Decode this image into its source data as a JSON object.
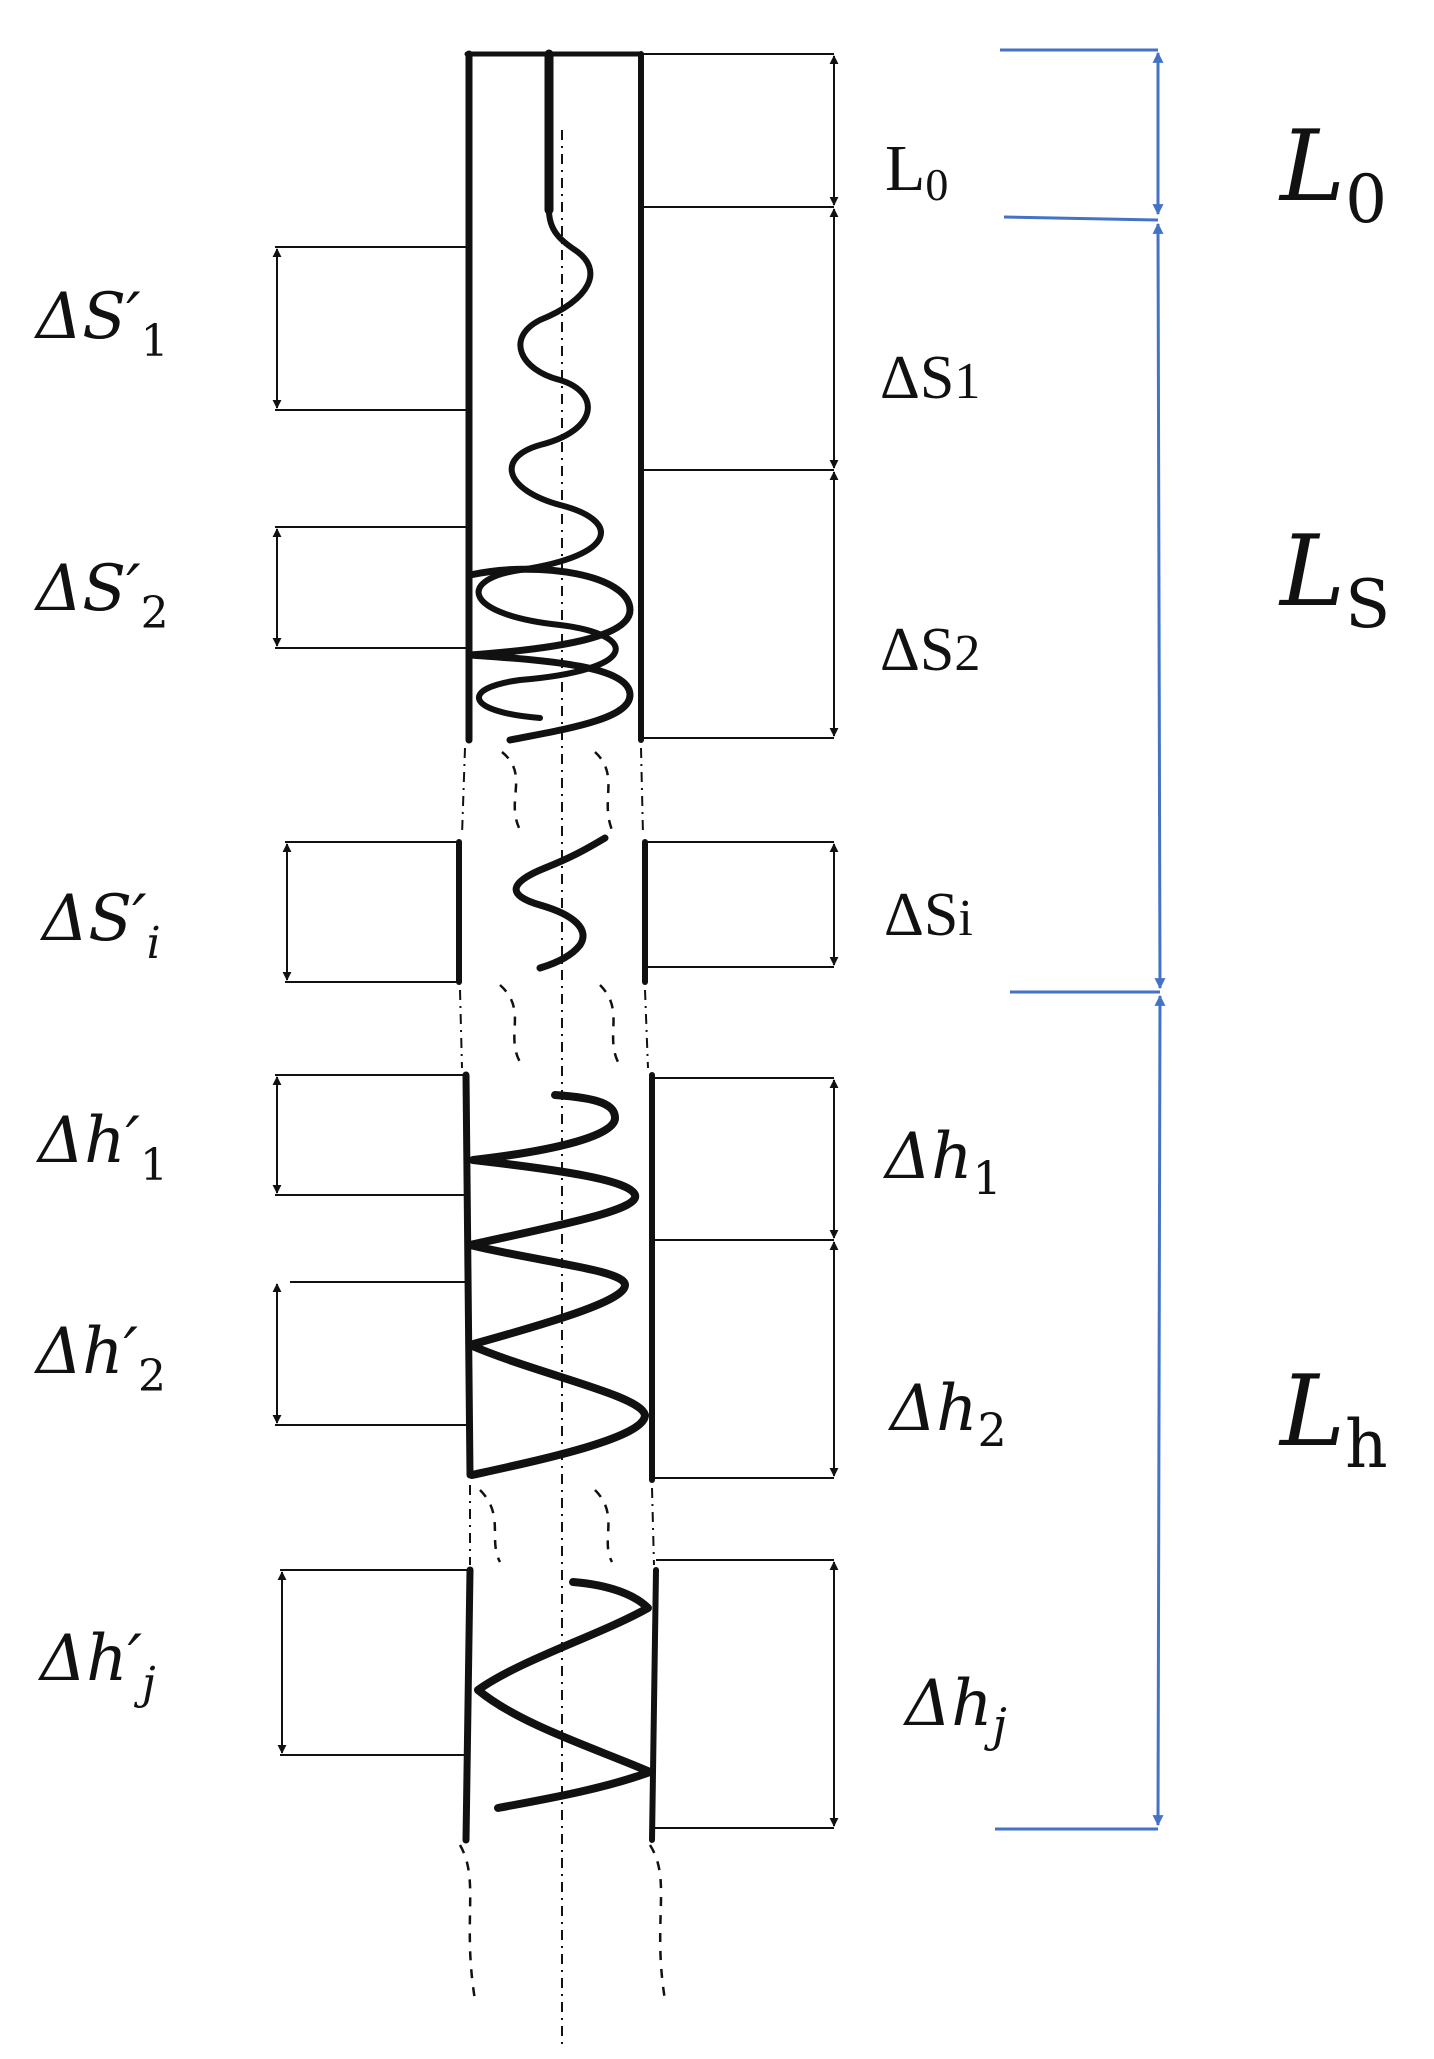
{
  "colors": {
    "ink": "#111111",
    "bracket_blue": "#4472c4",
    "background": "#ffffff"
  },
  "labels_left": [
    {
      "key": "dS1p",
      "base": "ΔS′",
      "sub": "1"
    },
    {
      "key": "dS2p",
      "base": "ΔS′",
      "sub": "2"
    },
    {
      "key": "dSip",
      "base": "ΔS′",
      "sub": "i"
    },
    {
      "key": "dh1p",
      "base": "Δh′",
      "sub": "1"
    },
    {
      "key": "dh2p",
      "base": "Δh′",
      "sub": "2"
    },
    {
      "key": "dhjp",
      "base": "Δh′",
      "sub": "j"
    }
  ],
  "labels_right": [
    {
      "key": "L0",
      "base": "L",
      "sub": "0"
    },
    {
      "key": "dS1",
      "base": "ΔS",
      "sub": "1"
    },
    {
      "key": "dS2",
      "base": "ΔS",
      "sub": "2"
    },
    {
      "key": "dSi",
      "base": "ΔS",
      "sub": "i"
    },
    {
      "key": "dh1",
      "base": "Δh",
      "sub": "1"
    },
    {
      "key": "dh2",
      "base": "Δh",
      "sub": "2"
    },
    {
      "key": "dhj",
      "base": "Δh",
      "sub": "j"
    }
  ],
  "labels_total": [
    {
      "key": "L0",
      "base": "L",
      "sub": "0"
    },
    {
      "key": "LS",
      "base": "L",
      "sub": "S"
    },
    {
      "key": "Lh",
      "base": "L",
      "sub": "h"
    }
  ]
}
